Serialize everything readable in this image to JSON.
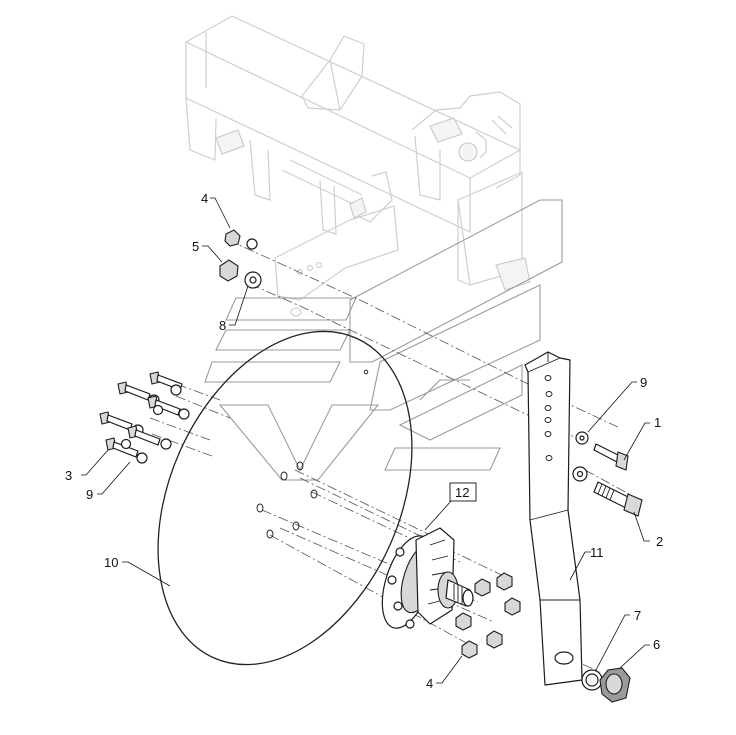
{
  "diagram": {
    "callouts": [
      {
        "id": "c1",
        "text": "1"
      },
      {
        "id": "c2",
        "text": "2"
      },
      {
        "id": "c3",
        "text": "3"
      },
      {
        "id": "c4a",
        "text": "4"
      },
      {
        "id": "c4b",
        "text": "4"
      },
      {
        "id": "c5",
        "text": "5"
      },
      {
        "id": "c6",
        "text": "6"
      },
      {
        "id": "c7",
        "text": "7"
      },
      {
        "id": "c8",
        "text": "8"
      },
      {
        "id": "c9a",
        "text": "9"
      },
      {
        "id": "c9b",
        "text": "9"
      },
      {
        "id": "c10",
        "text": "10"
      },
      {
        "id": "c11",
        "text": "11"
      },
      {
        "id": "c12",
        "text": "12"
      }
    ],
    "colors": {
      "line": "#1c1c1c",
      "background_frame": "#cfcfcf",
      "watermark": "#9a9a9a"
    }
  }
}
